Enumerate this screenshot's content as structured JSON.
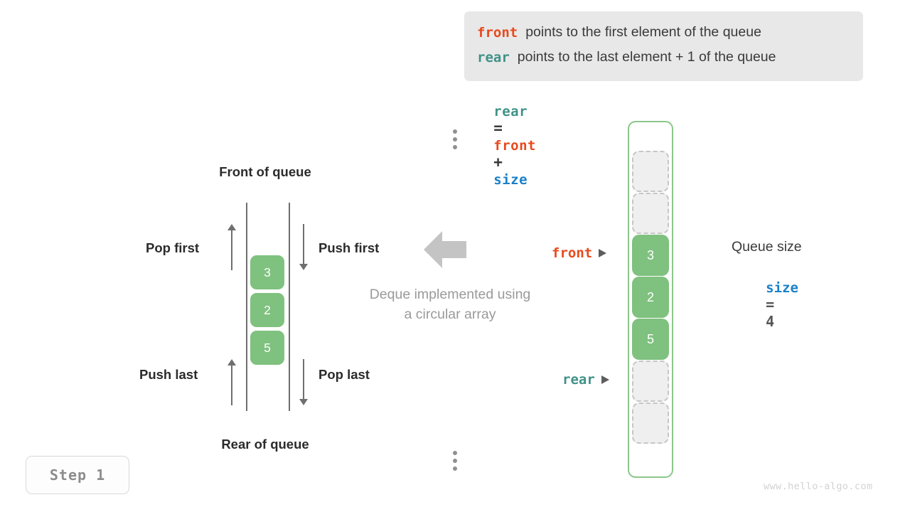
{
  "legend": {
    "lines": [
      {
        "keyword": "front",
        "text": "points to the first element of the queue",
        "color": "#e8491d"
      },
      {
        "keyword": "rear",
        "text": "points to the last element + 1 of the queue",
        "color": "#3f9187"
      }
    ]
  },
  "formula": {
    "lhs": "rear",
    "eq": "=",
    "rhs1": "front",
    "plus": "+",
    "rhs2": "size"
  },
  "deque": {
    "top_label": "Front of queue",
    "bottom_label": "Rear of queue",
    "operations": {
      "pop_first": "Pop first",
      "push_first": "Push first",
      "push_last": "Push last",
      "pop_last": "Pop last"
    },
    "cells": [
      "3",
      "2",
      "5"
    ],
    "caption_line1": "Deque implemented using",
    "caption_line2": "a circular array"
  },
  "array": {
    "slots": [
      {
        "value": "",
        "state": "empty"
      },
      {
        "value": "",
        "state": "empty"
      },
      {
        "value": "3",
        "state": "filled"
      },
      {
        "value": "2",
        "state": "filled"
      },
      {
        "value": "5",
        "state": "filled"
      },
      {
        "value": "",
        "state": "empty"
      },
      {
        "value": "",
        "state": "empty"
      }
    ],
    "pointers": {
      "front": "front",
      "rear": "rear"
    }
  },
  "size_panel": {
    "title": "Queue size",
    "var": "size",
    "eq": "=",
    "value": "4"
  },
  "step_badge": "Step  1",
  "watermark": "www.hello-algo.com",
  "colors": {
    "front": "#e8491d",
    "rear": "#3f9187",
    "size": "#1a80c8",
    "cell_fill": "#7fc17f",
    "container_border": "#8cc68c",
    "empty_fill": "#efefef",
    "legend_bg": "#e8e8e8",
    "muted": "#9a9a9a"
  }
}
